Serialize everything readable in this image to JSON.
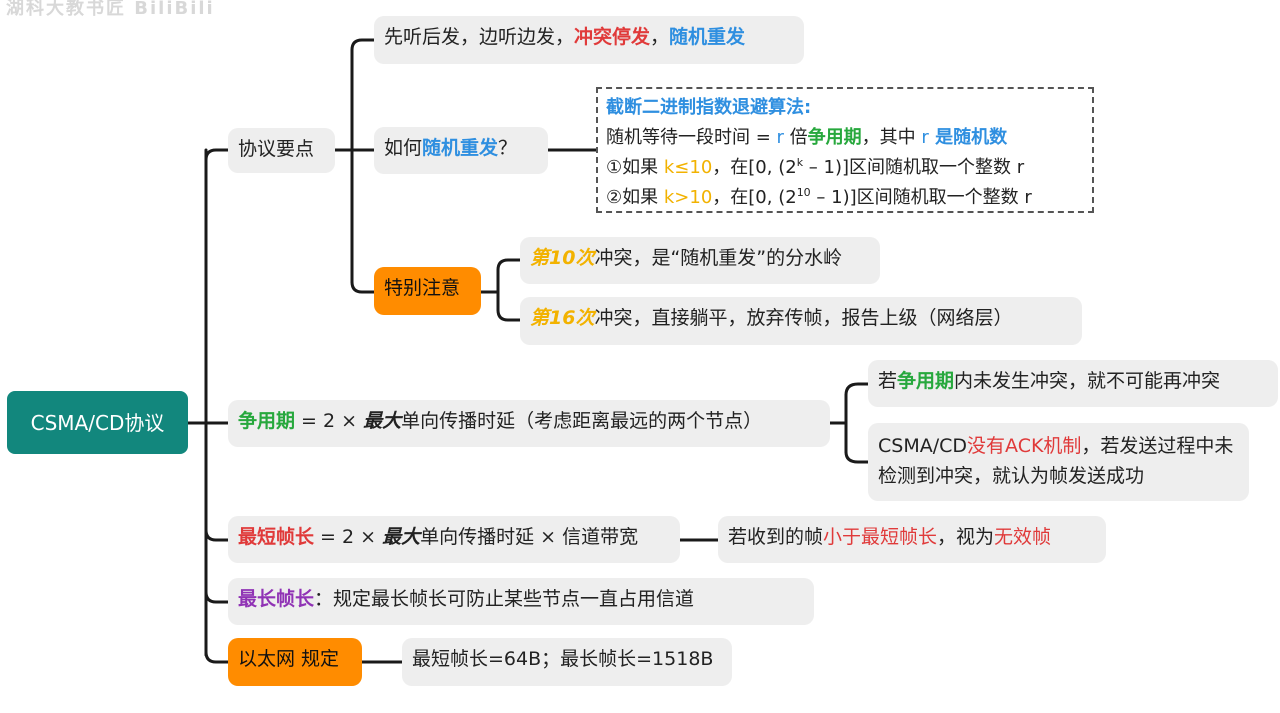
{
  "watermark": "湖科大教书匠 BiliBili",
  "root": "CSMA/CD协议",
  "branch_protocol": {
    "label": "协议要点",
    "item1": {
      "prefix": "先听后发，边听边发，",
      "red": "冲突停发",
      "sep": "，",
      "blue": "随机重发"
    },
    "item2": {
      "prefix": "如何",
      "blue": "随机重发",
      "suffix": "？"
    },
    "algo": {
      "title": "截断二进制指数退避算法:",
      "line1_a": "随机等待一段时间 = ",
      "line1_r": "r",
      "line1_b": " 倍",
      "line1_green": "争用期",
      "line1_c": "，其中 ",
      "line1_r2": "r",
      "line1_blue": " 是随机数",
      "line2_a": "①如果 ",
      "line2_cond": "k≤10",
      "line2_b": "，在[0, (2",
      "line2_sup": "k",
      "line2_c": " – 1)]区间随机取一个整数 r",
      "line3_a": "②如果 ",
      "line3_cond": "k>10",
      "line3_b": "，在[0, (2",
      "line3_sup": "10",
      "line3_c": " – 1)]区间随机取一个整数 r"
    },
    "special": {
      "label": "特别注意",
      "note1_hl": "第10次",
      "note1_rest": "冲突，是“随机重发”的分水岭",
      "note2_hl": "第16次",
      "note2_rest": "冲突，直接躺平，放弃传帧，报告上级（网络层）"
    }
  },
  "branch_contention": {
    "green": "争用期",
    "a": " = 2 × ",
    "ital": "最大",
    "b": "单向传播时延（考虑距离最远的两个节点）",
    "child1": {
      "a": "若",
      "green": "争用期",
      "b": "内未发生冲突，就不可能再冲突"
    },
    "child2": {
      "a": "CSMA/CD",
      "red": "没有ACK机制",
      "b": "，若发送过程中未检测到冲突，就认为帧发送成功"
    }
  },
  "branch_min_frame": {
    "red": "最短帧长",
    "a": " = 2 × ",
    "ital": "最大",
    "b": "单向传播时延 × 信道带宽",
    "child": {
      "a": "若收到的帧",
      "red1": "小于最短帧长",
      "b": "，视为",
      "red2": "无效帧"
    }
  },
  "branch_max_frame": {
    "purple": "最长帧长",
    "rest": "：规定最长帧长可防止某些节点一直占用信道"
  },
  "branch_ethernet": {
    "label": "以太网 规定",
    "child": "最短帧长=64B；最长帧长=1518B"
  },
  "colors": {
    "root": "#12877d",
    "orange": "#ff8c00",
    "red": "#e03a3a",
    "blue": "#2f8fe0",
    "green": "#27a83d",
    "yellow": "#f2b200",
    "purple": "#9033b5"
  }
}
